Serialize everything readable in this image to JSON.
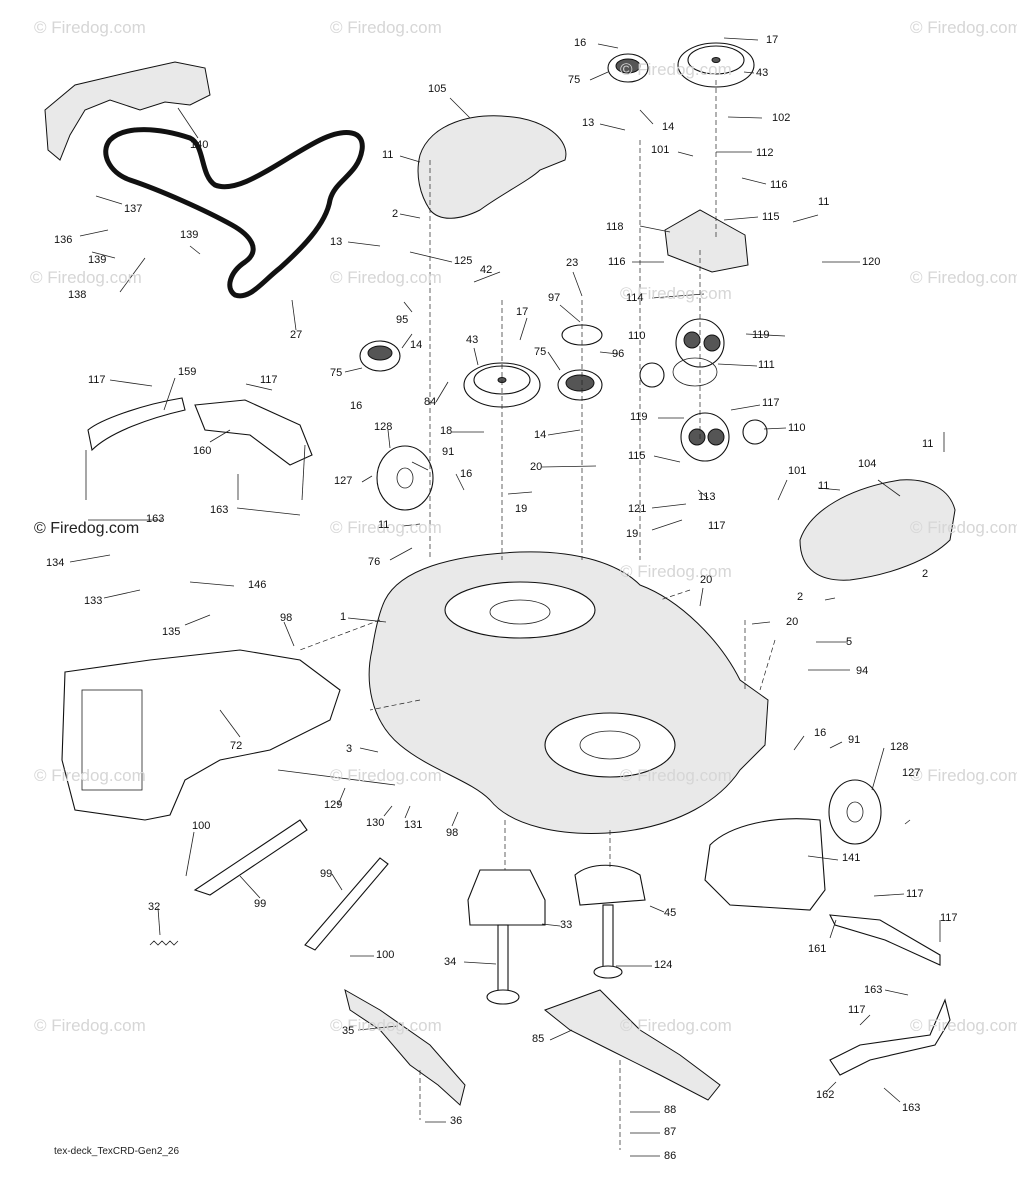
{
  "diagram": {
    "footer_code": "tex-deck_TexCRD-Gen2_26",
    "watermark": "© Firedog.com",
    "watermark_primary": "© Firedog.com",
    "callouts": [
      {
        "id": "c16a",
        "label": "16"
      },
      {
        "id": "c17a",
        "label": "17"
      },
      {
        "id": "c75a",
        "label": "75"
      },
      {
        "id": "c43a",
        "label": "43"
      },
      {
        "id": "c105",
        "label": "105"
      },
      {
        "id": "c13a",
        "label": "13"
      },
      {
        "id": "c14a",
        "label": "14"
      },
      {
        "id": "c102",
        "label": "102"
      },
      {
        "id": "c140",
        "label": "140"
      },
      {
        "id": "c101a",
        "label": "101"
      },
      {
        "id": "c112",
        "label": "112"
      },
      {
        "id": "c11a",
        "label": "11"
      },
      {
        "id": "c116a",
        "label": "116"
      },
      {
        "id": "c137",
        "label": "137"
      },
      {
        "id": "c2a",
        "label": "2"
      },
      {
        "id": "c115a",
        "label": "115"
      },
      {
        "id": "c118",
        "label": "118"
      },
      {
        "id": "c11b",
        "label": "11"
      },
      {
        "id": "c136",
        "label": "136"
      },
      {
        "id": "c139a",
        "label": "139"
      },
      {
        "id": "c139b",
        "label": "139"
      },
      {
        "id": "c13b",
        "label": "13"
      },
      {
        "id": "c125",
        "label": "125"
      },
      {
        "id": "c23",
        "label": "23"
      },
      {
        "id": "c116b",
        "label": "116"
      },
      {
        "id": "c120",
        "label": "120"
      },
      {
        "id": "c42",
        "label": "42"
      },
      {
        "id": "c138",
        "label": "138"
      },
      {
        "id": "c114",
        "label": "114"
      },
      {
        "id": "c97",
        "label": "97"
      },
      {
        "id": "c95",
        "label": "95"
      },
      {
        "id": "c17b",
        "label": "17"
      },
      {
        "id": "c27",
        "label": "27"
      },
      {
        "id": "c119a",
        "label": "119"
      },
      {
        "id": "c110a",
        "label": "110"
      },
      {
        "id": "c96",
        "label": "96"
      },
      {
        "id": "c43b",
        "label": "43"
      },
      {
        "id": "c75b",
        "label": "75"
      },
      {
        "id": "c14b",
        "label": "14"
      },
      {
        "id": "c75c",
        "label": "75"
      },
      {
        "id": "c111",
        "label": "111"
      },
      {
        "id": "c117a",
        "label": "117"
      },
      {
        "id": "c159",
        "label": "159"
      },
      {
        "id": "c117b",
        "label": "117"
      },
      {
        "id": "c16b",
        "label": "16"
      },
      {
        "id": "c84",
        "label": "84"
      },
      {
        "id": "c119b",
        "label": "119"
      },
      {
        "id": "c117c",
        "label": "117"
      },
      {
        "id": "c110b",
        "label": "110"
      },
      {
        "id": "c18",
        "label": "18"
      },
      {
        "id": "c14c",
        "label": "14"
      },
      {
        "id": "c160",
        "label": "160"
      },
      {
        "id": "c128a",
        "label": "128"
      },
      {
        "id": "c115b",
        "label": "115"
      },
      {
        "id": "c11c",
        "label": "11"
      },
      {
        "id": "c91a",
        "label": "91"
      },
      {
        "id": "c20a",
        "label": "20"
      },
      {
        "id": "c104",
        "label": "104"
      },
      {
        "id": "c127a",
        "label": "127"
      },
      {
        "id": "c16c",
        "label": "16"
      },
      {
        "id": "c113",
        "label": "113"
      },
      {
        "id": "c101b",
        "label": "101"
      },
      {
        "id": "c11d",
        "label": "11"
      },
      {
        "id": "c19a",
        "label": "19"
      },
      {
        "id": "c121",
        "label": "121"
      },
      {
        "id": "c163a",
        "label": "163"
      },
      {
        "id": "c163b",
        "label": "163"
      },
      {
        "id": "c117d",
        "label": "117"
      },
      {
        "id": "c19b",
        "label": "19"
      },
      {
        "id": "c11e",
        "label": "11"
      },
      {
        "id": "c2b",
        "label": "2"
      },
      {
        "id": "c134",
        "label": "134"
      },
      {
        "id": "c76",
        "label": "76"
      },
      {
        "id": "c146",
        "label": "146"
      },
      {
        "id": "c133",
        "label": "133"
      },
      {
        "id": "c20b",
        "label": "20"
      },
      {
        "id": "c2c",
        "label": "2"
      },
      {
        "id": "c135",
        "label": "135"
      },
      {
        "id": "c98a",
        "label": "98"
      },
      {
        "id": "c1",
        "label": "1"
      },
      {
        "id": "c20c",
        "label": "20"
      },
      {
        "id": "c5",
        "label": "5"
      },
      {
        "id": "c94",
        "label": "94"
      },
      {
        "id": "c3",
        "label": "3"
      },
      {
        "id": "c72",
        "label": "72"
      },
      {
        "id": "c16d",
        "label": "16"
      },
      {
        "id": "c91b",
        "label": "91"
      },
      {
        "id": "c128b",
        "label": "128"
      },
      {
        "id": "c129",
        "label": "129"
      },
      {
        "id": "c127b",
        "label": "127"
      },
      {
        "id": "c130",
        "label": "130"
      },
      {
        "id": "c131",
        "label": "131"
      },
      {
        "id": "c98b",
        "label": "98"
      },
      {
        "id": "c100a",
        "label": "100"
      },
      {
        "id": "c141",
        "label": "141"
      },
      {
        "id": "c99a",
        "label": "99"
      },
      {
        "id": "c99b",
        "label": "99"
      },
      {
        "id": "c32",
        "label": "32"
      },
      {
        "id": "c33",
        "label": "33"
      },
      {
        "id": "c45",
        "label": "45"
      },
      {
        "id": "c117e",
        "label": "117"
      },
      {
        "id": "c161",
        "label": "161"
      },
      {
        "id": "c117f",
        "label": "117"
      },
      {
        "id": "c100b",
        "label": "100"
      },
      {
        "id": "c34",
        "label": "34"
      },
      {
        "id": "c124",
        "label": "124"
      },
      {
        "id": "c163c",
        "label": "163"
      },
      {
        "id": "c117g",
        "label": "117"
      },
      {
        "id": "c35",
        "label": "35"
      },
      {
        "id": "c85",
        "label": "85"
      },
      {
        "id": "c162",
        "label": "162"
      },
      {
        "id": "c163d",
        "label": "163"
      },
      {
        "id": "c36",
        "label": "36"
      },
      {
        "id": "c88",
        "label": "88"
      },
      {
        "id": "c87",
        "label": "87"
      },
      {
        "id": "c86",
        "label": "86"
      }
    ]
  }
}
